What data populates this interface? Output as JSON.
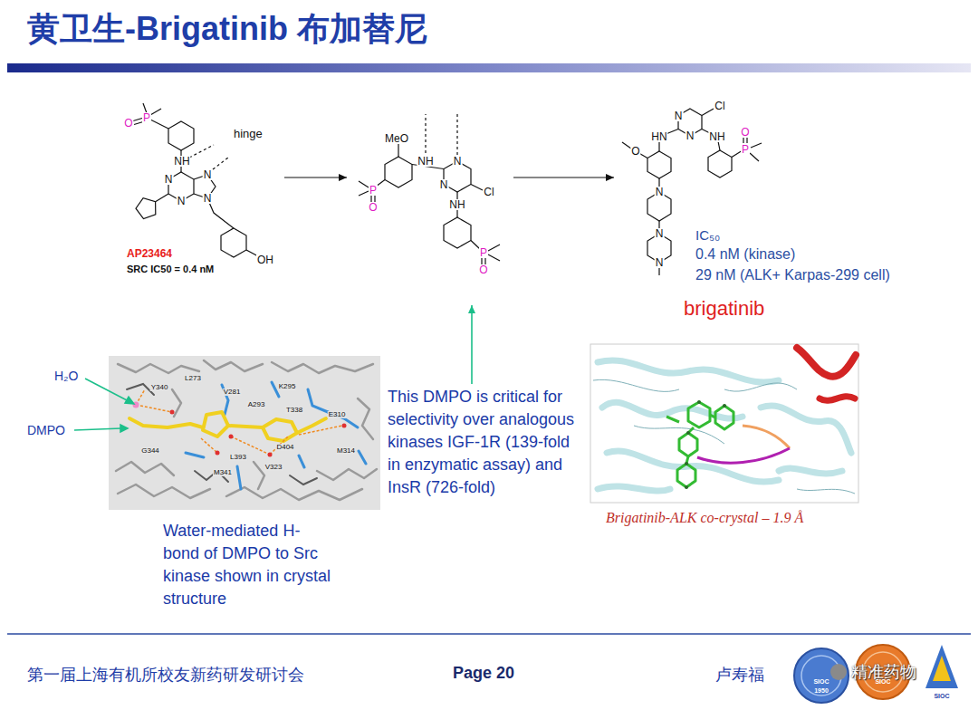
{
  "diagram": {
    "title": "黄卫生-Brigatinib 布加替尼",
    "nodes": [
      {
        "text": [
          "O",
          "P",
          "NH",
          "N",
          "N",
          "N",
          "N",
          "OH",
          "AP23464",
          "SRC IC50 = 0.4 nM"
        ]
      },
      {
        "text": [
          "MeO",
          "NH",
          "N",
          "N",
          "Cl",
          "NH",
          "P",
          "O",
          "P",
          "O"
        ]
      },
      {
        "text": [
          "N",
          "Cl",
          "HN",
          "N",
          "NH",
          "O",
          "P",
          "O",
          "N",
          "N",
          "N",
          "IC₅₀",
          "0.4 nM (kinase)",
          "29 nM (ALK+ Karpas-299 cell)",
          "brigatinib"
        ]
      },
      {
        "text": [
          "This DMPO is critical for selectivity over analogous kinases IGF-1R (139-fold in enzymatic assay) and InsR (726-fold)"
        ]
      }
    ],
    "edges": [
      {
        "from": 0,
        "to": 1,
        "arrow": "to"
      },
      {
        "from": 1,
        "to": 2,
        "arrow": "to"
      },
      {
        "from": 3,
        "to": 1,
        "arrow": "to"
      }
    ],
    "labels": [
      "hinge",
      "H₂O",
      "DMPO",
      "L273",
      "Y340",
      "V281",
      "K295",
      "A293",
      "T338",
      "E310",
      "G344",
      "D404",
      "M314",
      "L393",
      "M341",
      "V323",
      "Water-mediated H-bond of DMPO to Src kinase shown in crystal structure",
      "Brigatinib-ALK co-crystal – 1.9 Å",
      "第一届上海有机所校友新药研发研讨会",
      "Page 20",
      "卢寿福",
      "精准药物",
      "SIOC",
      "1950",
      "SIOC",
      "SIOC"
    ]
  }
}
